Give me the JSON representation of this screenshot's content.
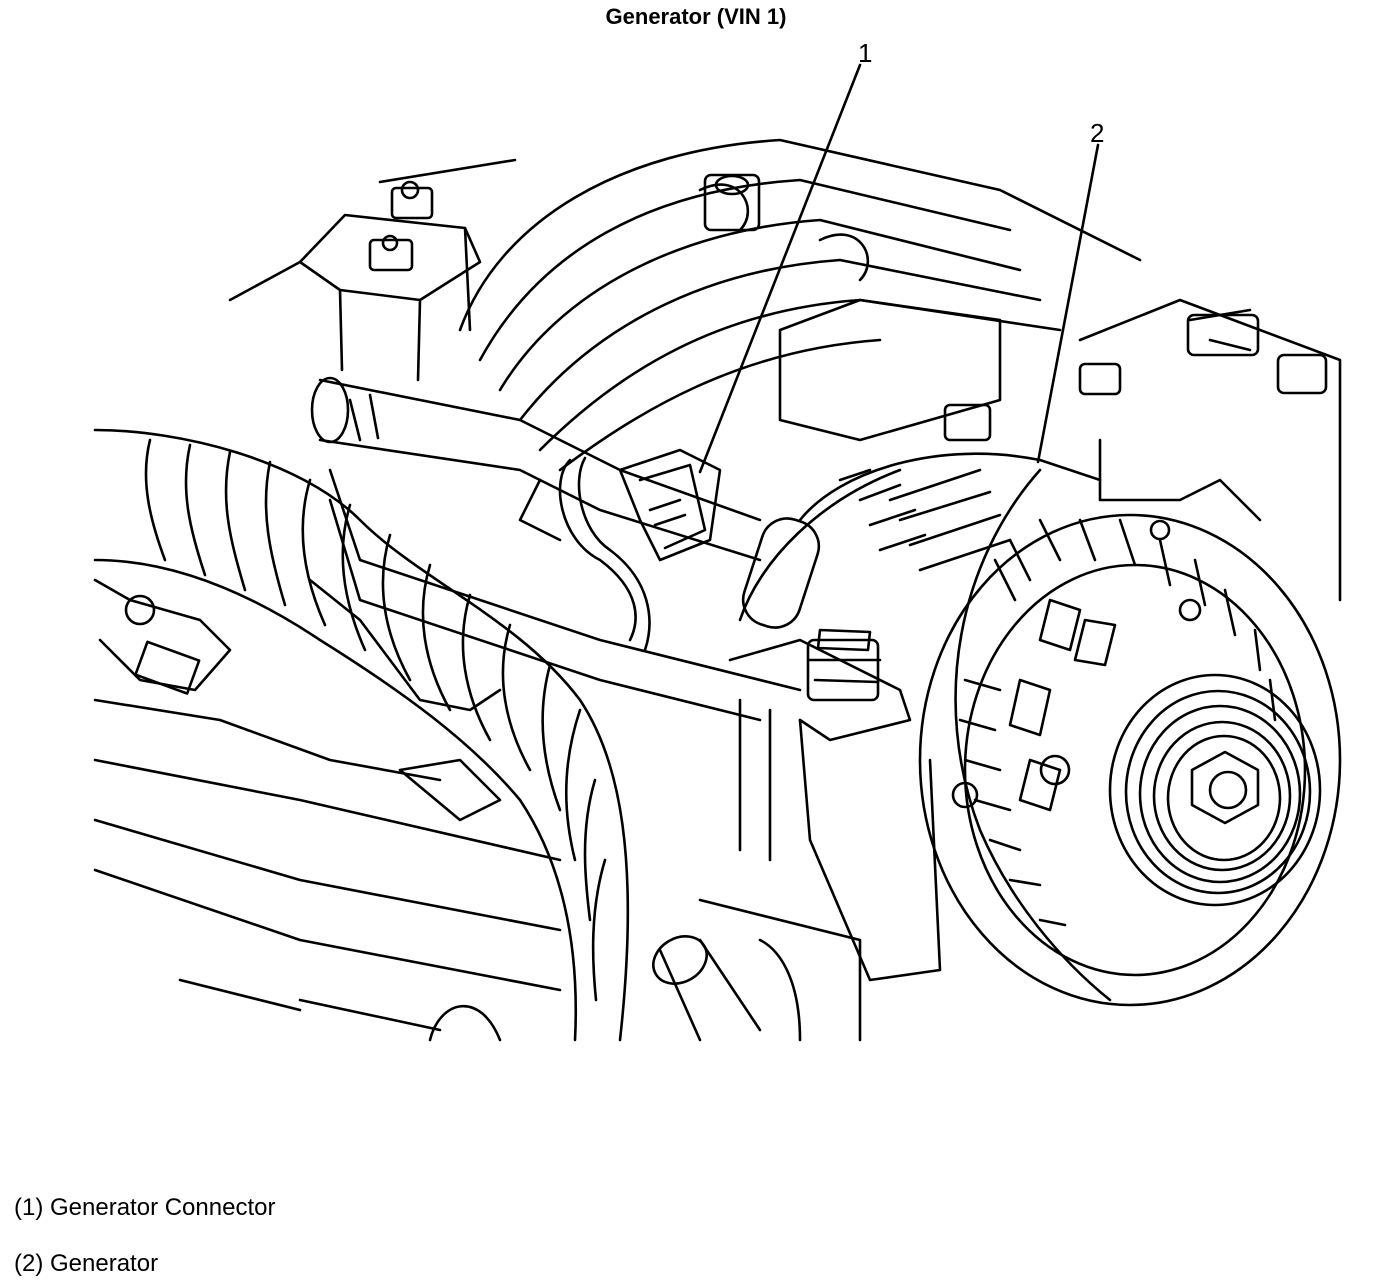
{
  "title": "Generator (VIN 1)",
  "callouts": [
    {
      "number": "1",
      "label": "(1) Generator Connector"
    },
    {
      "number": "2",
      "label": "(2) Generator"
    }
  ],
  "colors": {
    "line": "#000000",
    "background": "#ffffff"
  }
}
